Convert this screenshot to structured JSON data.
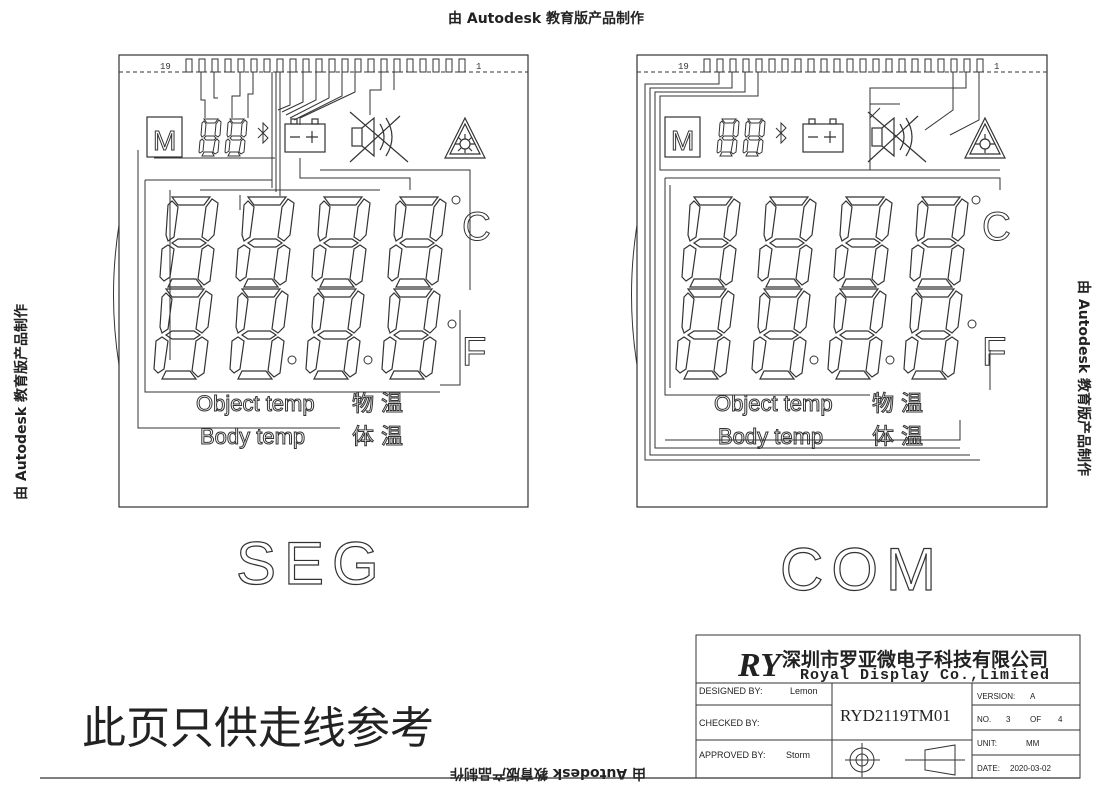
{
  "watermark": "由 Autodesk 教育版产品制作",
  "panels": [
    {
      "id": "seg",
      "title": "SEG",
      "pin_start": "19",
      "pin_end": "1",
      "units": {
        "c": "C",
        "f": "F"
      },
      "lines": {
        "object": "Object temp",
        "object_cn": "物 温",
        "body": "Body temp",
        "body_cn": "体 温"
      },
      "mode_icon": "M"
    },
    {
      "id": "com",
      "title": "COM",
      "pin_start": "19",
      "pin_end": "1",
      "units": {
        "c": "C",
        "f": "F"
      },
      "lines": {
        "object": "Object temp",
        "object_cn": "物 温",
        "body": "Body temp",
        "body_cn": "体 温"
      },
      "mode_icon": "M"
    }
  ],
  "note": "此页只供走线参考",
  "title_block": {
    "company_cn": "深圳市罗亚微电子科技有限公司",
    "company_en": "Royal Display Co.,Limited",
    "logo": "RY",
    "designed_label": "DESIGNED BY:",
    "designed_value": "Lemon",
    "checked_label": "CHECKED BY:",
    "checked_value": "",
    "approved_label": "APPROVED BY:",
    "approved_value": "Storm",
    "part_number": "RYD2119TM01",
    "version_label": "VERSION:",
    "version_value": "A",
    "no_label": "NO.",
    "no_value": "3",
    "of_label": "OF",
    "of_value": "4",
    "unit_label": "UNIT:",
    "unit_value": "MM",
    "date_label": "DATE:",
    "date_value": "2020-03-02"
  },
  "icons": [
    "mode-m-icon",
    "bluetooth-icon",
    "battery-icon",
    "speaker-mute-icon",
    "laser-warning-icon"
  ]
}
